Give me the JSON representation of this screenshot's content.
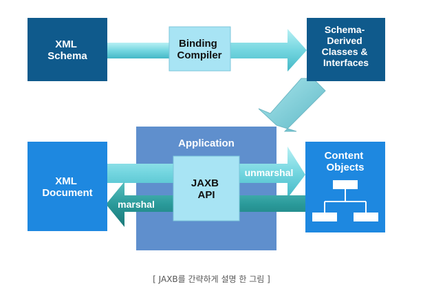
{
  "diagram": {
    "xml_schema": [
      "XML",
      "Schema"
    ],
    "binding_compiler": [
      "Binding",
      "Compiler"
    ],
    "schema_derived": [
      "Schema-",
      "Derived",
      "Classes &",
      "Interfaces"
    ],
    "application": "Application",
    "jaxb_api": [
      "JAXB",
      "API"
    ],
    "xml_document": [
      "XML",
      "Document"
    ],
    "content_objects": [
      "Content",
      "Objects"
    ],
    "unmarshal": "unmarshal",
    "marshal": "marshal"
  },
  "caption": "[ JAXB를 간략하게 설명 한 그림 ]",
  "colors": {
    "dark_blue": "#0f5a8c",
    "bright_blue": "#1e88e0",
    "light_box": "#a8e4f4",
    "app_panel": "#5f8fcd",
    "arrow_cyan": "#7ad8e2",
    "arrow_teal": "#2a9494"
  }
}
